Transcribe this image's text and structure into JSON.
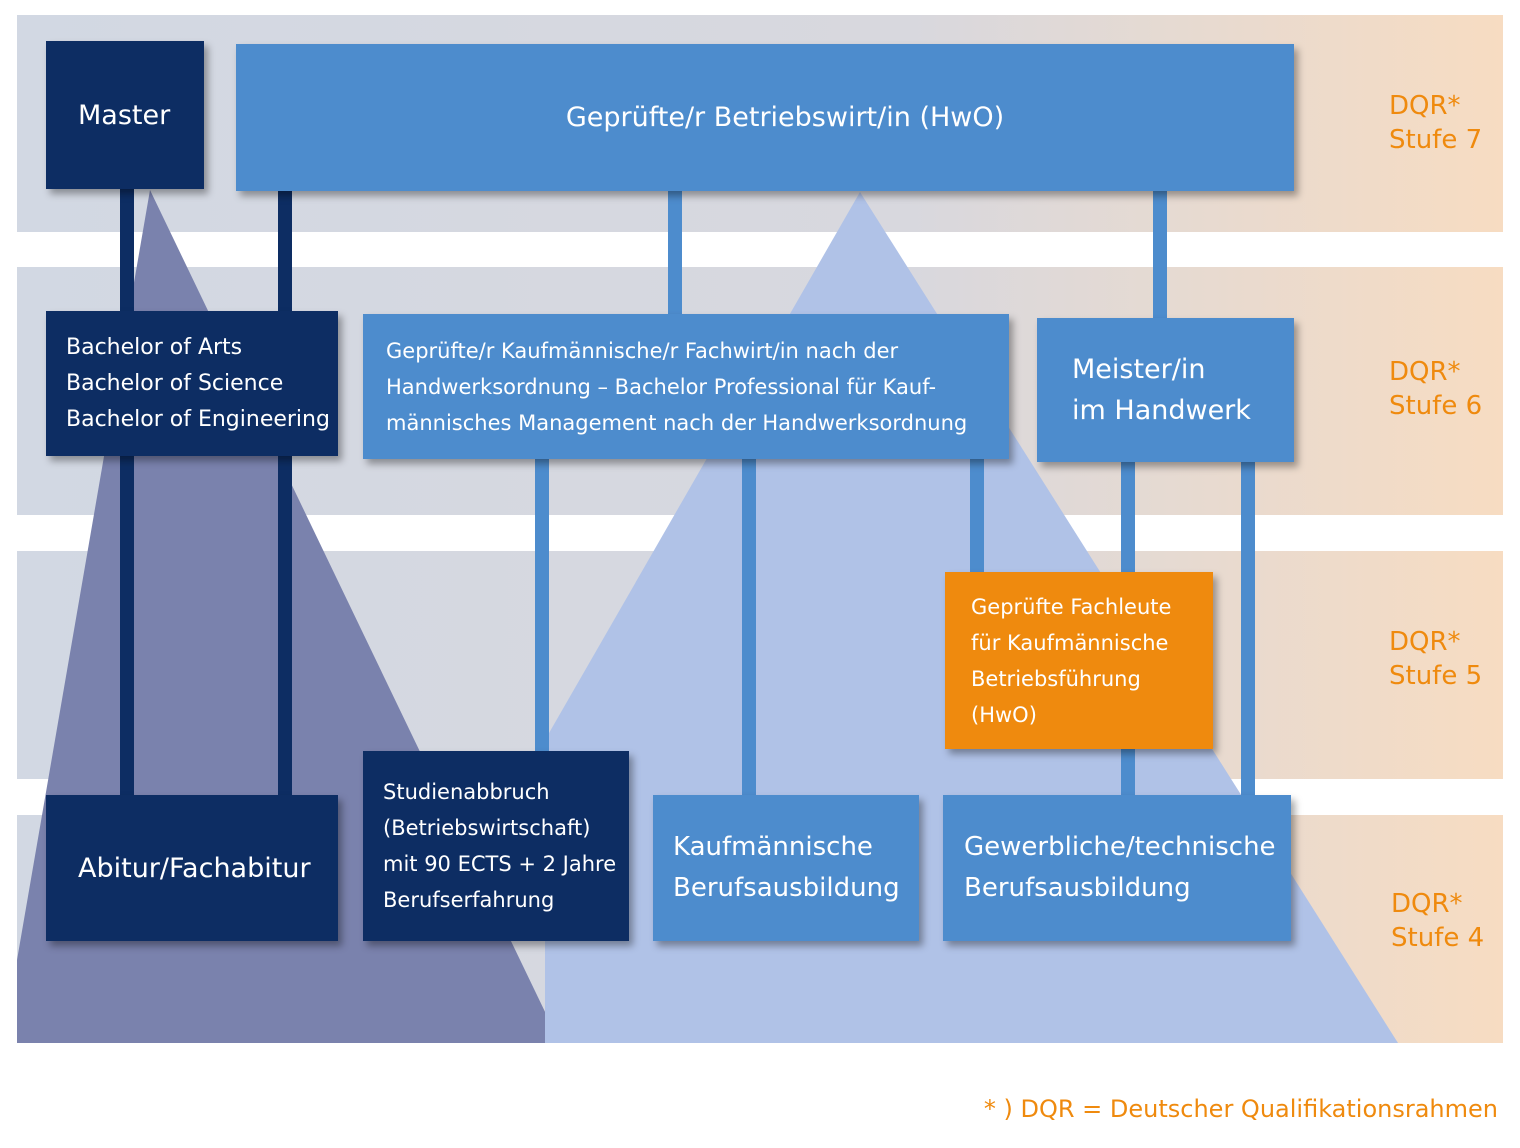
{
  "colors": {
    "dark_navy": "#0d2d63",
    "medium_blue": "#4d8ccd",
    "orange": "#ef8a0e",
    "dqr_band": "#f6dcc3"
  },
  "boxes": {
    "master": "Master",
    "betriebswirt": "Geprüfte/r Betriebswirt/in (HwO)",
    "bachelor": [
      "Bachelor of Arts",
      "Bachelor of Science",
      "Bachelor of Engineering"
    ],
    "fachwirt": [
      "Geprüfte/r Kaufmännische/r Fachwirt/in nach der",
      "Handwerksordnung – Bachelor Professional für Kauf-",
      "männisches Management nach der Handwerksordnung"
    ],
    "meister": [
      "Meister/in",
      "im Handwerk"
    ],
    "fachleute": [
      "Geprüfte Fachleute",
      "für Kaufmännische",
      "Betriebsführung",
      "(HwO)"
    ],
    "abitur": "Abitur/Fachabitur",
    "studienabbruch": [
      "Studienabbruch",
      "(Betriebswirtschaft)",
      "mit 90 ECTS + 2 Jahre",
      "Berufserfahrung"
    ],
    "kaufm_ausbildung": [
      "Kaufmännische",
      "Berufsausbildung"
    ],
    "gewerbl_ausbildung": [
      "Gewerbliche/technische",
      "Berufsausbildung"
    ]
  },
  "dqr_levels": [
    {
      "line1": "DQR*",
      "line2": "Stufe 7"
    },
    {
      "line1": "DQR*",
      "line2": "Stufe 6"
    },
    {
      "line1": "DQR*",
      "line2": "Stufe 5"
    },
    {
      "line1": "DQR*",
      "line2": "Stufe 4"
    }
  ],
  "footnote": "* ) DQR = Deutscher Qualifikationsrahmen"
}
